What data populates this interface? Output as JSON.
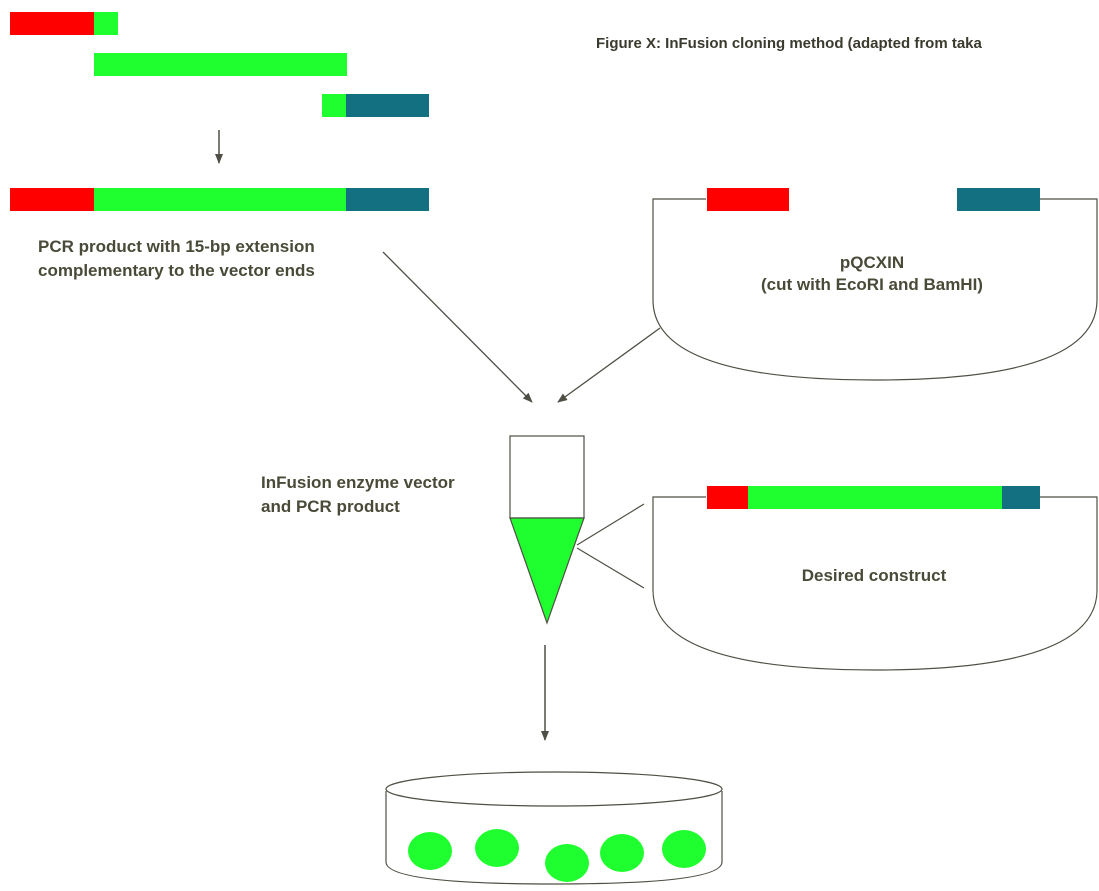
{
  "figure": {
    "title": "Figure X: InFusion cloning method (adapted from taka"
  },
  "colors": {
    "vector_end_left": "#ff0000",
    "insert": "#1fff2f",
    "vector_end_right": "#137080",
    "line": "#4f4f45",
    "colony": "#1fff2f"
  },
  "pcr_product": {
    "label_line1": "PCR product with 15-bp extension",
    "label_line2": "complementary to the vector ends"
  },
  "vector": {
    "name": "pQCXIN",
    "note": "(cut with EcoRI and BamHI)"
  },
  "reaction": {
    "label_line1": "InFusion enzyme vector",
    "label_line2": "and PCR product"
  },
  "construct": {
    "label": "Desired construct"
  },
  "plate": {
    "colony_count": 5
  }
}
